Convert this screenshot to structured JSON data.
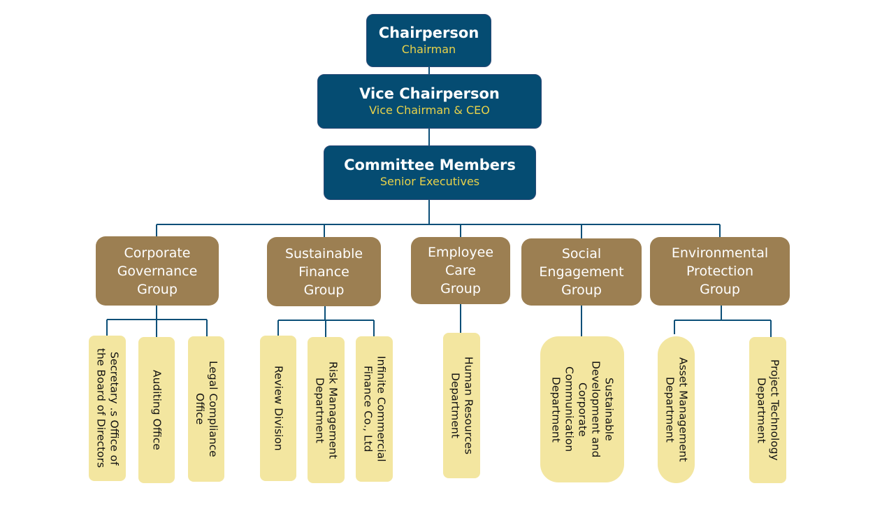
{
  "colors": {
    "executive_fill": "#054c72",
    "executive_subtitle": "#e8d24a",
    "group_fill": "#9c7f52",
    "department_fill": "#f3e6a0",
    "connector": "#0b4f78"
  },
  "executives": [
    {
      "title": "Chairperson",
      "subtitle": "Chairman"
    },
    {
      "title": "Vice Chairperson",
      "subtitle": "Vice Chairman & CEO"
    },
    {
      "title": "Committee Members",
      "subtitle": "Senior Executives"
    }
  ],
  "groups": [
    {
      "lines": [
        "Corporate",
        "Governance",
        "Group"
      ],
      "departments": [
        "Secretary  .s Office of\nthe Board of Directors",
        "Auditing Office",
        "Legal Compliance\nOffice"
      ]
    },
    {
      "lines": [
        "Sustainable",
        "Finance",
        "Group"
      ],
      "departments": [
        "Review Division",
        "Risk Management\nDepartment",
        "Infinite Commercial\nFinance Co., Ltd"
      ]
    },
    {
      "lines": [
        "Employee",
        "Care",
        "Group"
      ],
      "departments": [
        "Human Resources\nDepartment"
      ]
    },
    {
      "lines": [
        "Social",
        "Engagement",
        "Group"
      ],
      "departments": [
        "Sustainable\nDevelopment and\nCorporate\nCommunication\nDepartment"
      ]
    },
    {
      "lines": [
        "Environmental",
        "Protection",
        "Group"
      ],
      "departments": [
        "Asset Management\nDepartment",
        "Project Technology\nDepartment"
      ]
    }
  ]
}
